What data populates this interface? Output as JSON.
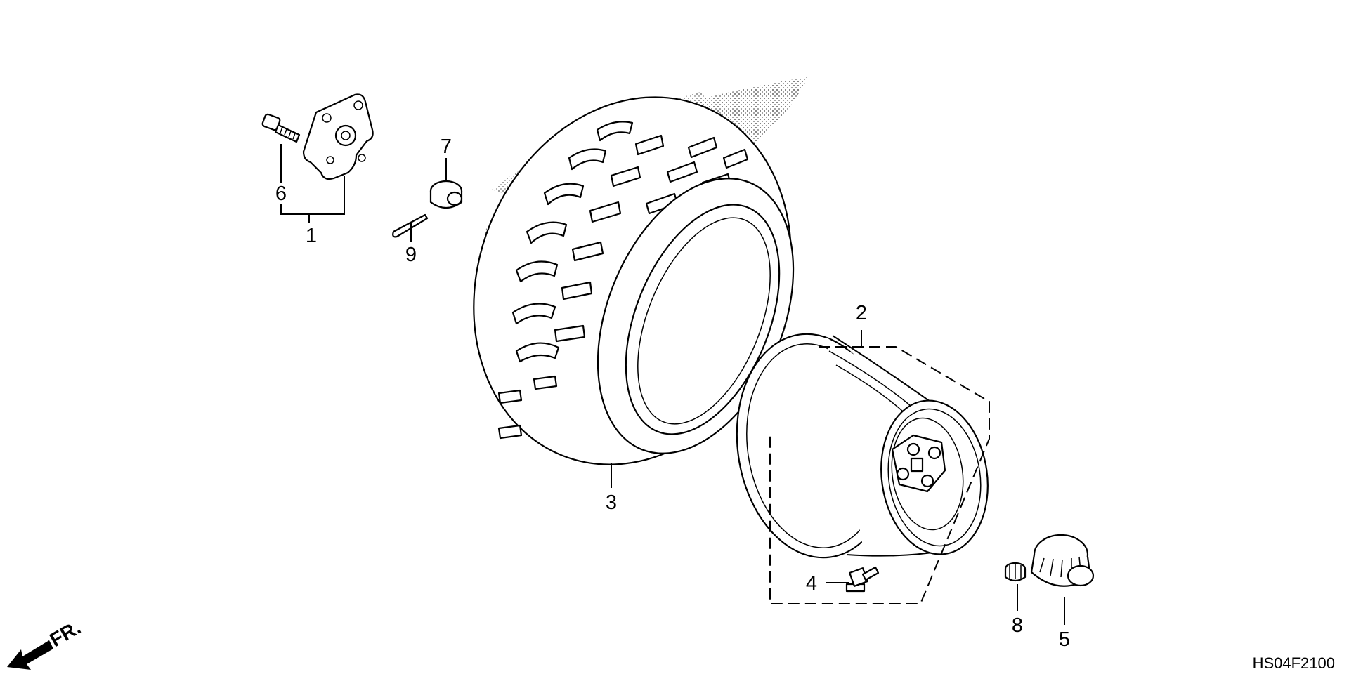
{
  "diagram": {
    "code": "HS04F2100",
    "direction_label": "FR.",
    "callouts": {
      "c1": "1",
      "c2": "2",
      "c3": "3",
      "c4": "4",
      "c5": "5",
      "c6": "6",
      "c7": "7",
      "c8": "8",
      "c9": "9"
    }
  },
  "icons": {
    "direction_arrow": "arrow-down-left-icon"
  }
}
